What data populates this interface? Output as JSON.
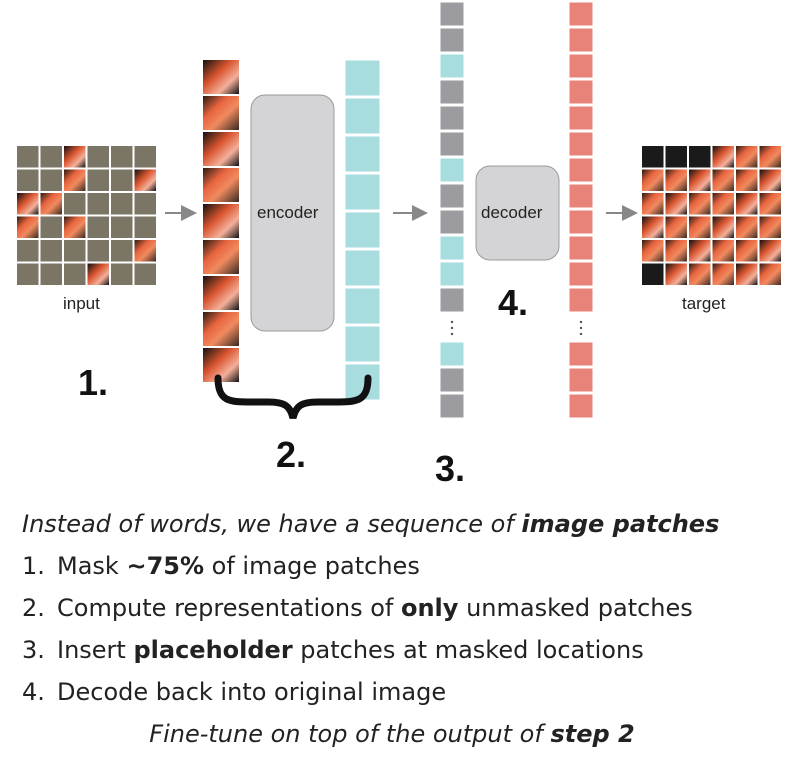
{
  "labels": {
    "input": "input",
    "encoder": "encoder",
    "decoder": "decoder",
    "target": "target",
    "step1": "1.",
    "step2": "2.",
    "step3": "3.",
    "step4": "4."
  },
  "text": {
    "intro": {
      "before": "Instead of words, we have a sequence of ",
      "bold": "image patches"
    },
    "items": [
      {
        "num": "1.",
        "before": "Mask ",
        "bold": "~75%",
        "after": " of image patches"
      },
      {
        "num": "2.",
        "before": "Compute representations of ",
        "bold": "only",
        "after": " unmasked patches"
      },
      {
        "num": "3.",
        "before": "Insert ",
        "bold": "placeholder",
        "after": " patches at masked locations"
      },
      {
        "num": "4.",
        "before": "Decode back into original image",
        "bold": "",
        "after": ""
      }
    ],
    "footer": {
      "before": "Fine-tune on top of the output of ",
      "bold": "step 2"
    }
  },
  "colors": {
    "mask_gray": "#7a7565",
    "cyan_token": "#a8dde0",
    "gray_token": "#9b9ba0",
    "red_token": "#e8837a",
    "box_fill": "#d4d4d6",
    "arrow": "#888888"
  },
  "sequences": {
    "decoder_input": [
      "gray",
      "gray",
      "cyan",
      "gray",
      "gray",
      "gray",
      "cyan",
      "gray",
      "gray",
      "cyan",
      "cyan",
      "gray",
      "dots",
      "cyan",
      "gray",
      "gray"
    ],
    "decoder_output_count": 16
  }
}
